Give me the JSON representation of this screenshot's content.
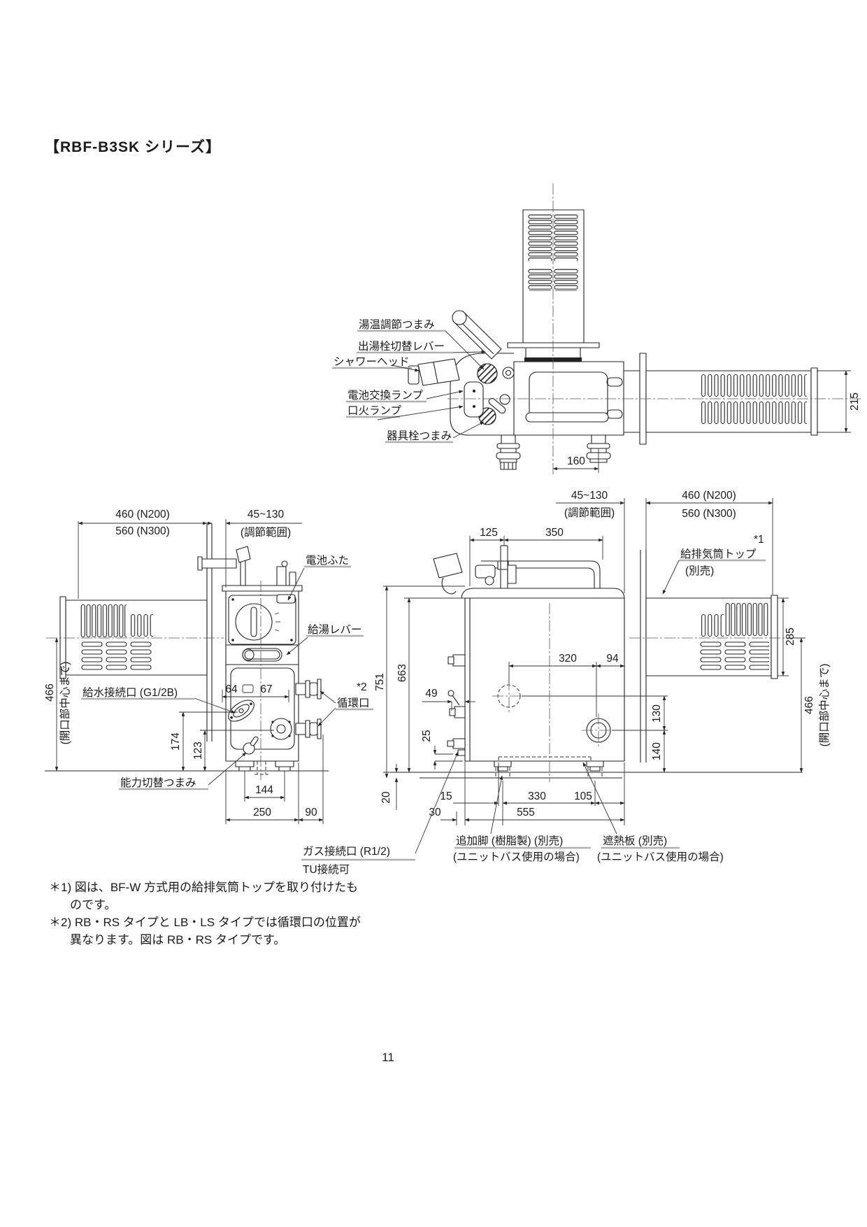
{
  "page": {
    "title": "【RBF-B3SK シリーズ】",
    "number": "11"
  },
  "top": {
    "lbl_yuon": "湯温調節つまみ",
    "lbl_shutto": "出湯栓切替レバー",
    "lbl_shower": "シャワーヘッド",
    "lbl_denchi_lamp": "電池交換ランプ",
    "lbl_kuchibi": "口火ランプ",
    "lbl_kigusen": "器具栓つまみ",
    "d160": "160",
    "d215": "215"
  },
  "front": {
    "d460": "460 (N200)",
    "d560": "560 (N300)",
    "d45130": "45~130",
    "range": "(調節範囲)",
    "d466": "466",
    "opening": "(開口部中心まで)",
    "d64": "64",
    "d67": "67",
    "d174": "174",
    "d123": "123",
    "d144": "144",
    "d250": "250",
    "d90": "90",
    "lbl_denchifuta": "電池ふた",
    "lbl_kyuto_lever": "給湯レバー",
    "lbl_kyusui": "給水接続口 (G1/2B)",
    "junkan_ref": "*2",
    "lbl_junkan": "循環口",
    "lbl_noryoku": "能力切替つまみ",
    "lbl_gas": "ガス接続口 (R1/2)",
    "lbl_tu": "TU接続可"
  },
  "side": {
    "d45130": "45~130",
    "range": "(調節範囲)",
    "d460": "460 (N200)",
    "d560": "560 (N300)",
    "d125": "125",
    "d350": "350",
    "d285": "285",
    "d751": "751",
    "d663": "663",
    "d49": "49",
    "d25": "25",
    "d20": "20",
    "d320": "320",
    "d94": "94",
    "d130": "130",
    "d140": "140",
    "d15": "15",
    "d330": "330",
    "d105": "105",
    "d30": "30",
    "d555": "555",
    "d466": "466",
    "opening": "(開口部中心まで)",
    "kyuhaiki_ref": "*1",
    "lbl_kyuhaiki": "給排気筒トップ",
    "lbl_betsubai": "(別売)",
    "lbl_tsuikakyaku": "追加脚 (樹脂製) (別売)",
    "lbl_unit": "(ユニットバス使用の場合)",
    "lbl_shanetsu": "遮熱板 (別売)"
  },
  "notes": {
    "n1a": "＊1) 図は、BF-W 方式用の給排気筒トップを取り付けたも",
    "n1b": "のです。",
    "n2a": "＊2) RB・RS タイプと LB・LS タイプでは循環口の位置が",
    "n2b": "異なります。図は RB・RS タイプです。"
  }
}
